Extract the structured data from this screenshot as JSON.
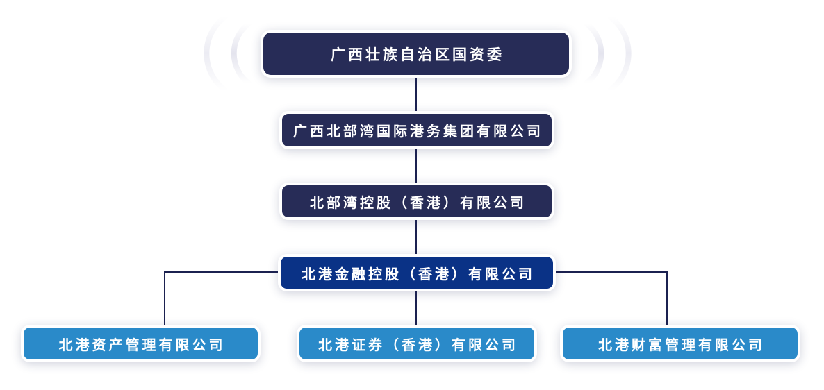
{
  "diagram": {
    "type": "org-chart",
    "nodes": [
      {
        "label": "广西壮族自治区国资委",
        "level": 1,
        "variant": "navy"
      },
      {
        "label": "广西北部湾国际港务集团有限公司",
        "level": 2,
        "variant": "navy"
      },
      {
        "label": "北部湾控股（香港）有限公司",
        "level": 3,
        "variant": "navy"
      },
      {
        "label": "北港金融控股（香港）有限公司",
        "level": 4,
        "variant": "royal-blue"
      },
      {
        "label": "北港资产管理有限公司",
        "level": 5,
        "variant": "sky-blue"
      },
      {
        "label": "北港证券（香港）有限公司",
        "level": 5,
        "variant": "sky-blue"
      },
      {
        "label": "北港财富管理有限公司",
        "level": 5,
        "variant": "sky-blue"
      }
    ],
    "edges": [
      [
        0,
        1
      ],
      [
        1,
        2
      ],
      [
        2,
        3
      ],
      [
        3,
        4
      ],
      [
        3,
        5
      ],
      [
        3,
        6
      ]
    ],
    "colors": {
      "navy_box": "#272c57",
      "royal_blue_box": "#0a3286",
      "sky_blue_box": "#2a8ac9",
      "connector_line": "#1b2150",
      "box_border": "#ffffff",
      "box_text": "#ffffff",
      "background": "#ffffff",
      "decor_arc": "#e4e4ee"
    }
  }
}
